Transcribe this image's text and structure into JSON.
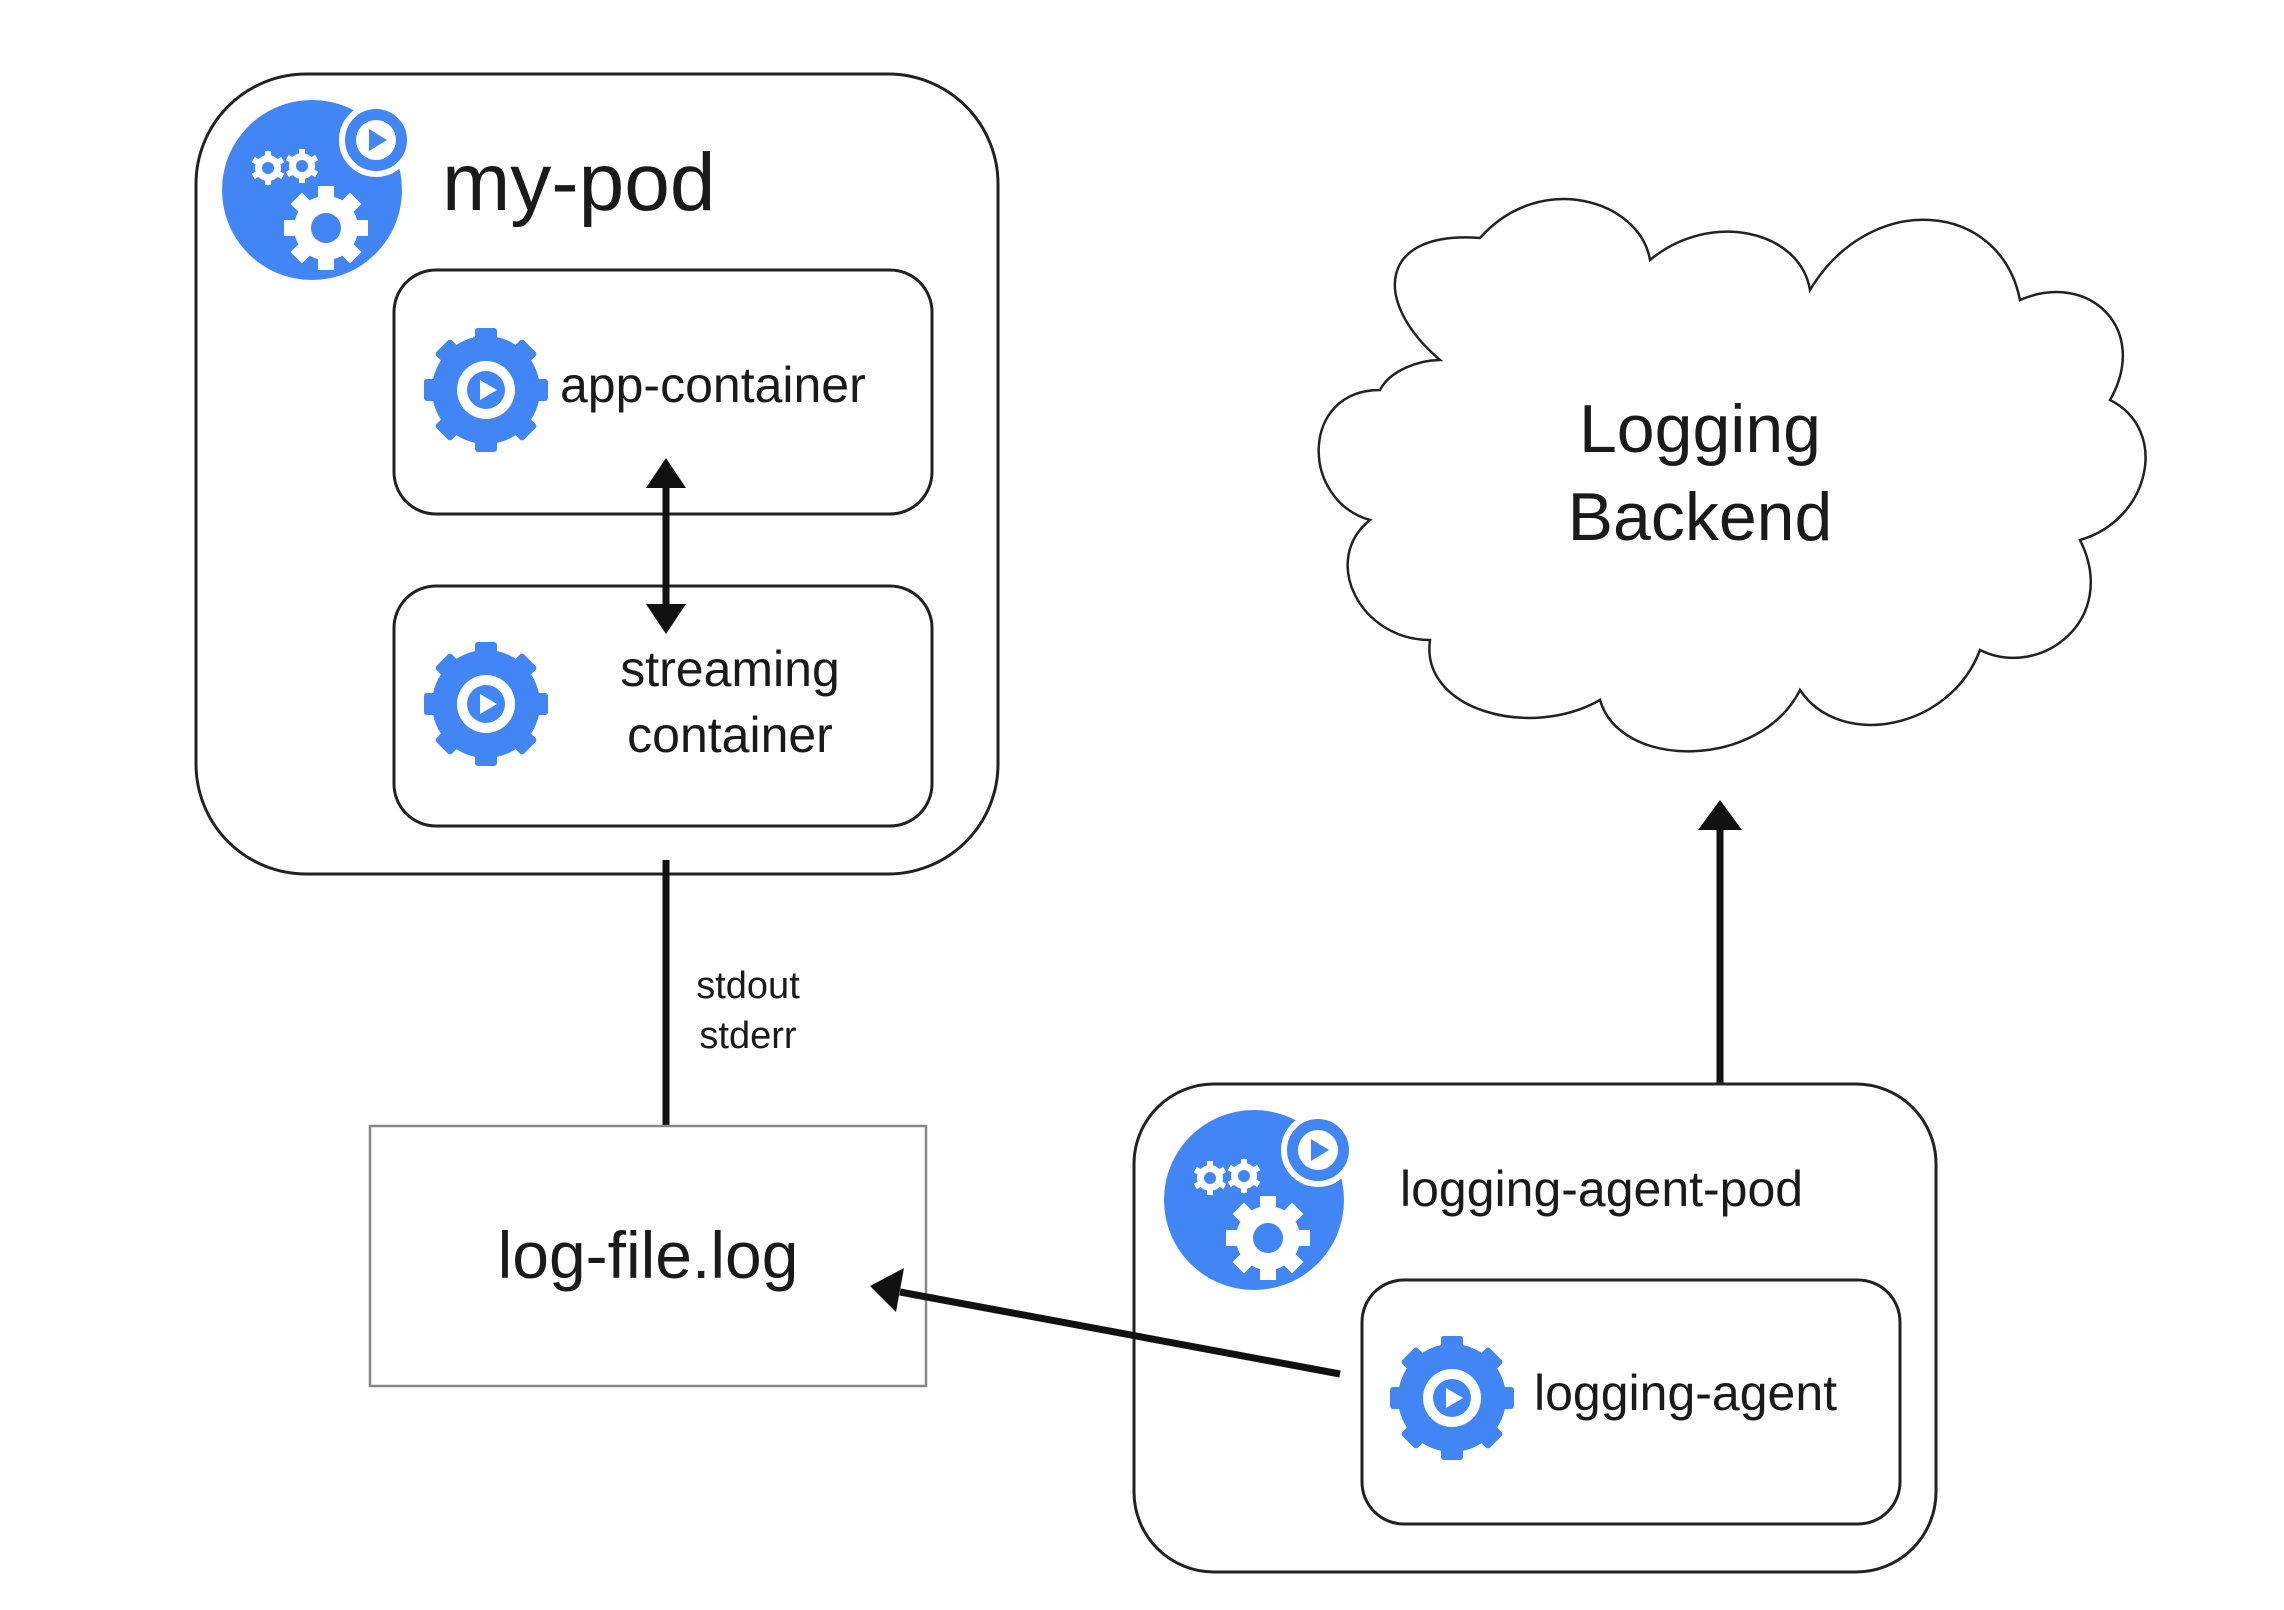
{
  "colors": {
    "accent": "#4285f4",
    "stroke": "#222222"
  },
  "my_pod": {
    "title": "my-pod",
    "icon": "pod-icon",
    "app_container": {
      "label": "app-container",
      "icon": "container-gear-icon"
    },
    "streaming_container": {
      "label_line1": "streaming",
      "label_line2": "container",
      "icon": "container-gear-icon"
    }
  },
  "stream_edge": {
    "label_line1": "stdout",
    "label_line2": "stderr"
  },
  "log_file": {
    "label": "log-file.log"
  },
  "logging_backend": {
    "label_line1": "Logging",
    "label_line2": "Backend"
  },
  "logging_agent_pod": {
    "title": "logging-agent-pod",
    "icon": "pod-icon",
    "logging_agent": {
      "label": "logging-agent",
      "icon": "container-gear-icon"
    }
  }
}
